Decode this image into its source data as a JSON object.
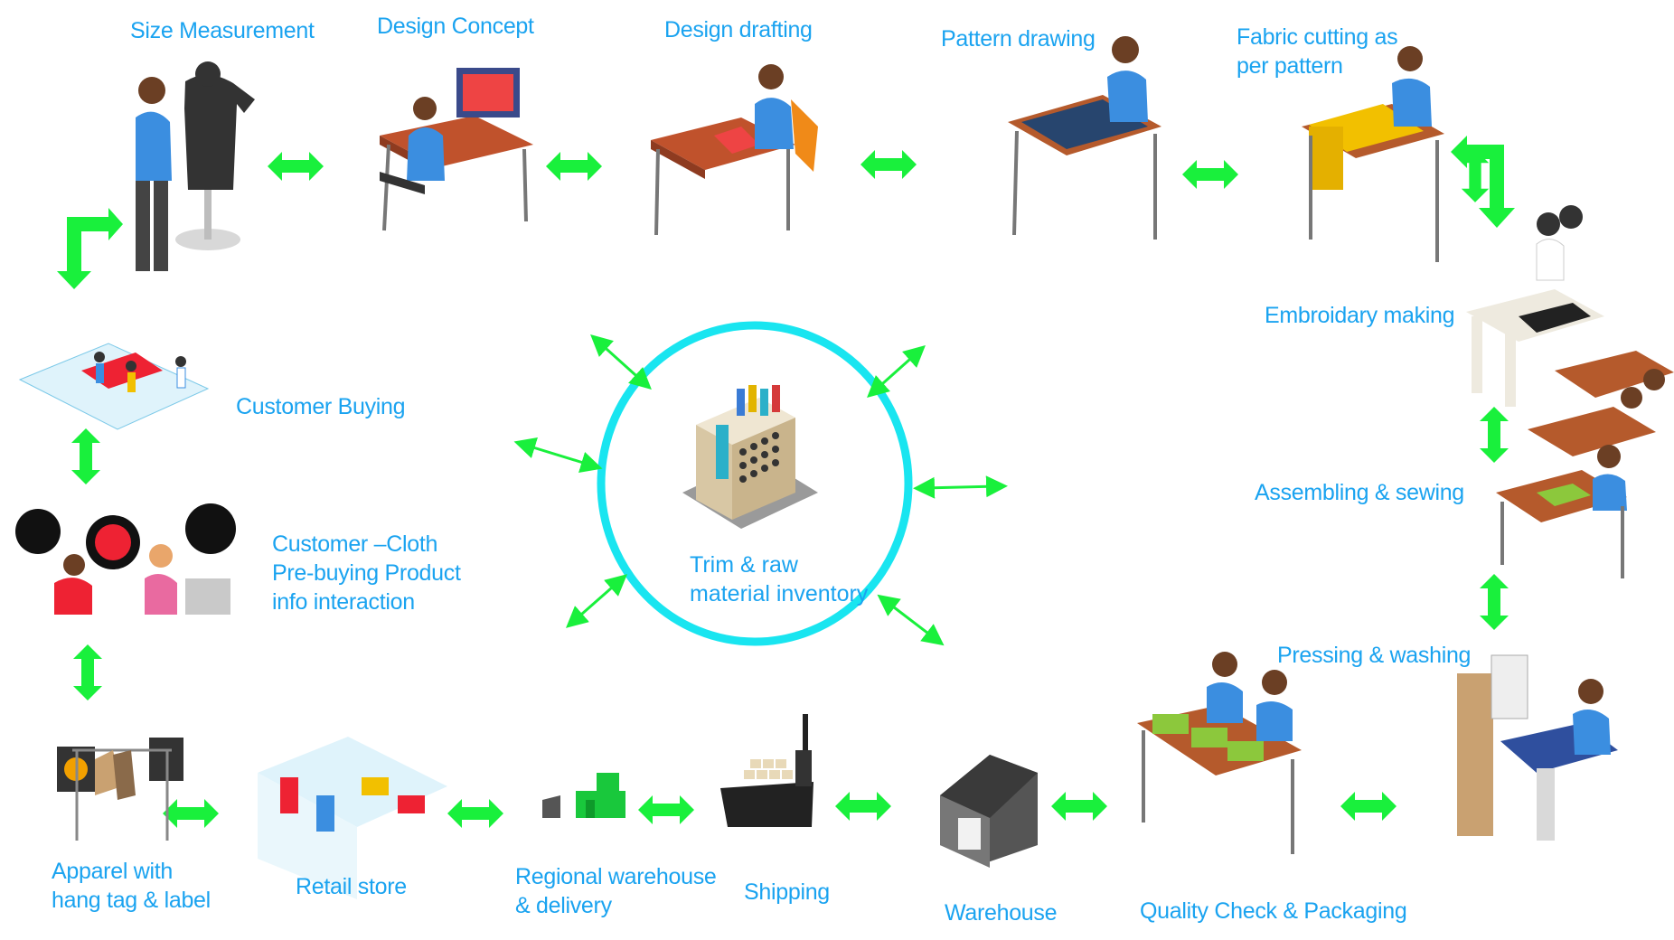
{
  "stages": {
    "size_measurement": "Size Measurement",
    "design_concept": "Design Concept",
    "design_drafting": "Design drafting",
    "pattern_drawing": "Pattern drawing",
    "fabric_cutting": "Fabric cutting as\nper pattern",
    "embroidery": "Embroidary making",
    "assembling": "Assembling & sewing",
    "pressing": "Pressing & washing",
    "quality_check": "Quality Check  & Packaging",
    "warehouse": "Warehouse",
    "shipping": "Shipping",
    "regional_warehouse": "Regional warehouse\n& delivery",
    "retail_store": "Retail store",
    "apparel_tag": "Apparel with\nhang tag & label",
    "customer_interaction": "Customer –Cloth\nPre-buying Product\ninfo interaction",
    "customer_buying": "Customer Buying"
  },
  "center": {
    "label": "Trim & raw\nmaterial inventory"
  },
  "colors": {
    "label_text": "#1aa3f0",
    "flow_arrow": "#19f03c",
    "center_ring": "#19e5f0",
    "worker_shirt": "#3b8ee0",
    "desk_top": "#c0522c"
  }
}
